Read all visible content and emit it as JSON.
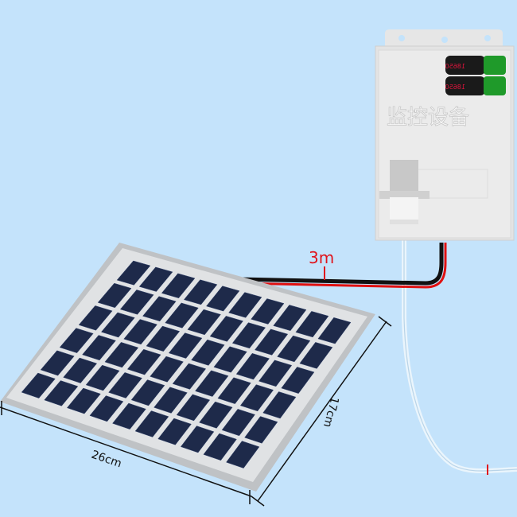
{
  "product": {
    "box_label": "监控设备",
    "battery_label": "18650",
    "cable_length": "3m",
    "panel_width": "26cm",
    "panel_height": "17cm"
  },
  "colors": {
    "background": "#c4e3fb",
    "cell": "#1e2a4a",
    "frame": "#d4d6d8",
    "wire_red": "#e01010",
    "label_red": "#e0141c"
  }
}
